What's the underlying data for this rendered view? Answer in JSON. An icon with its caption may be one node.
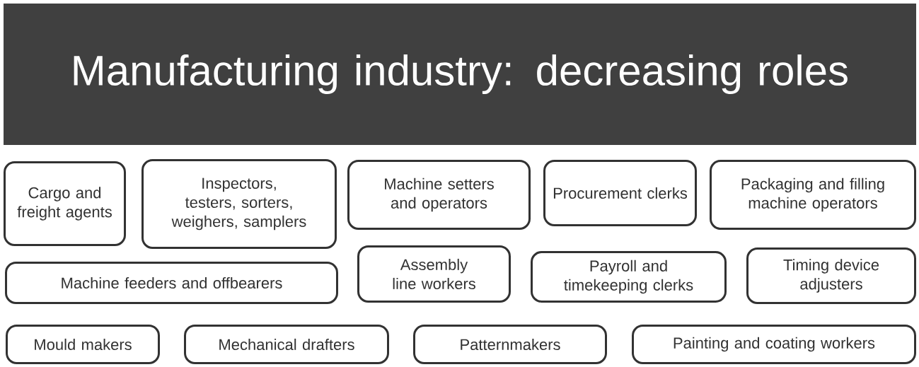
{
  "diagram": {
    "title": "Manufacturing industry: decreasing roles",
    "nodes": [
      {
        "text": [
          "Cargo and freight agents"
        ]
      },
      {
        "text": [
          "Inspectors, testers, sorters, weighers, samplers"
        ]
      },
      {
        "text": [
          "Machine setters and operators"
        ]
      },
      {
        "text": [
          "Procurement clerks"
        ]
      },
      {
        "text": [
          "Packaging and filling machine operators"
        ]
      },
      {
        "text": [
          "Machine feeders and offbearers"
        ]
      },
      {
        "text": [
          "Assembly line workers"
        ]
      },
      {
        "text": [
          "Payroll and timekeeping clerks"
        ]
      },
      {
        "text": [
          "Timing device adjusters"
        ]
      },
      {
        "text": [
          "Mould makers"
        ]
      },
      {
        "text": [
          "Mechanical drafters"
        ]
      },
      {
        "text": [
          "Patternmakers"
        ]
      },
      {
        "text": [
          "Painting and coating workers"
        ]
      }
    ]
  }
}
